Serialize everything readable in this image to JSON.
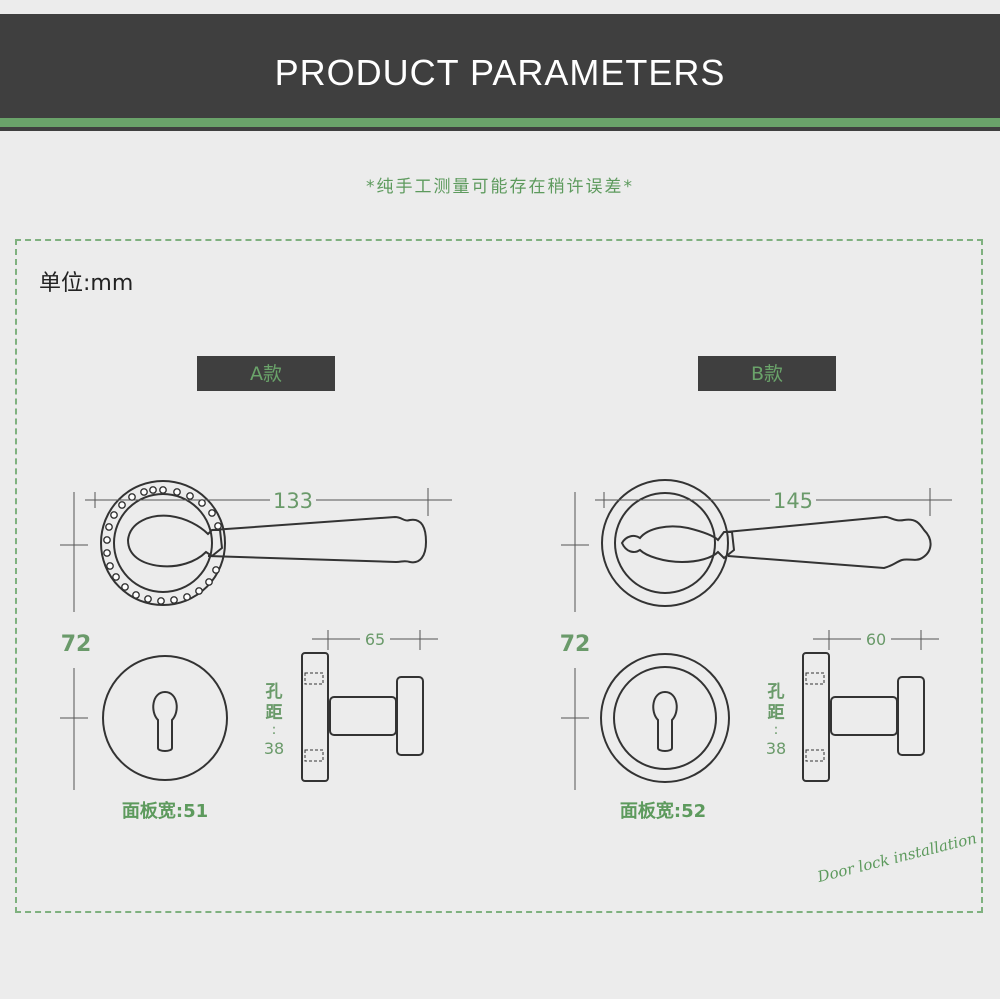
{
  "header": {
    "title": "PRODUCT PARAMETERS"
  },
  "note": "*纯手工测量可能存在稍许误差*",
  "unit_label": "单位:mm",
  "variants": [
    {
      "badge": "A款",
      "lever_length": "133",
      "height": "72",
      "spindle": "65",
      "hole_chars": [
        "孔",
        "距",
        ":",
        "38"
      ],
      "panel_width_label": "面板宽:51"
    },
    {
      "badge": "B款",
      "lever_length": "145",
      "height": "72",
      "spindle": "60",
      "hole_chars": [
        "孔",
        "距",
        ":",
        "38"
      ],
      "panel_width_label": "面板宽:52"
    }
  ],
  "watermark": "Door lock installation",
  "colors": {
    "header_bg": "#3f3f3f",
    "accent_green": "#6aa36a",
    "line": "#333333",
    "background": "#ececec"
  }
}
